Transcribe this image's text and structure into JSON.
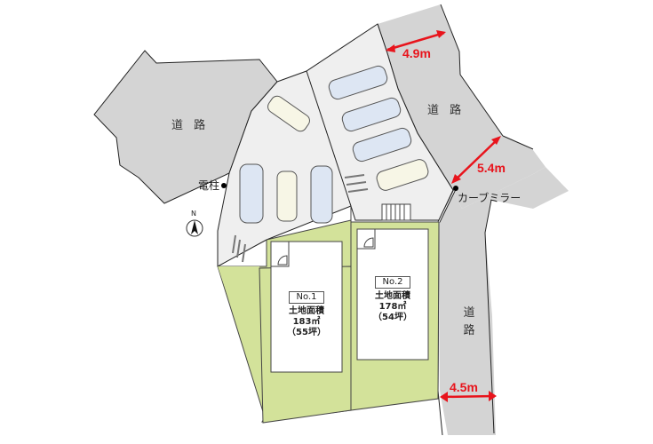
{
  "roads": {
    "northwest": {
      "label": "道 路"
    },
    "northeast": {
      "label": "道 路"
    },
    "southeast": {
      "label": "道路"
    }
  },
  "dimensions": {
    "northeast_width": "4.9m",
    "east_width": "5.4m",
    "southeast_width": "4.5m"
  },
  "landmarks": {
    "utility_pole": "電柱",
    "curve_mirror": "カーブミラー",
    "north_arrow": "N"
  },
  "lots": [
    {
      "number": "No.1",
      "area_label": "土地面積",
      "area_sqm": "183㎡",
      "area_tsubo": "（55坪）"
    },
    {
      "number": "No.2",
      "area_label": "土地面積",
      "area_sqm": "178㎡",
      "area_tsubo": "（54坪）"
    }
  ],
  "colors": {
    "road": "#d4d4d4",
    "common_area": "#efefef",
    "lot_green": "#d3e29a",
    "building": "#ffffff",
    "dimension_red": "#e8141c"
  }
}
